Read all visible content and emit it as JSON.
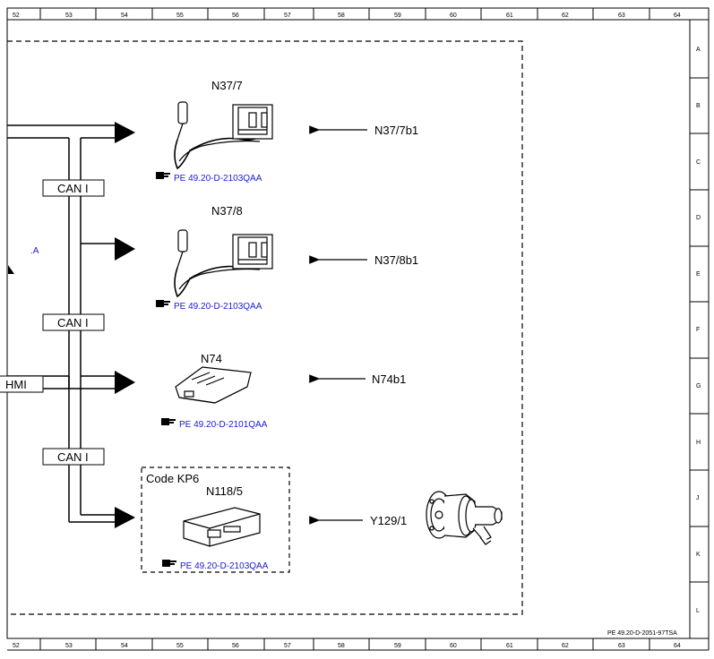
{
  "ruler": {
    "columns": [
      "52",
      "53",
      "54",
      "55",
      "56",
      "57",
      "58",
      "59",
      "60",
      "61",
      "62",
      "63",
      "64"
    ],
    "rows": [
      "A",
      "B",
      "C",
      "D",
      "E",
      "F",
      "G",
      "H",
      "J",
      "K",
      "L"
    ]
  },
  "can_labels": [
    "CAN I",
    "CAN I",
    "CAN I"
  ],
  "left_partial": {
    "hmi": "HMI",
    "ref_fragment": ".A"
  },
  "components": [
    {
      "id": "N37/7",
      "signal": "N37/7b1",
      "ref": "PE 49.20-D-2103QAA"
    },
    {
      "id": "N37/8",
      "signal": "N37/8b1",
      "ref": "PE 49.20-D-2103QAA"
    },
    {
      "id": "N74",
      "signal": "N74b1",
      "ref": "PE 49.20-D-2101QAA"
    },
    {
      "id": "N118/5",
      "signal": "Y129/1",
      "ref": "PE 49.20-D-2103QAA",
      "group": "Code KP6"
    }
  ],
  "document_id": "PE 49.20-D-2051-97TSA",
  "icons": {
    "pointer": "pointing-hand-icon",
    "sensor": "exhaust-temp-sensor",
    "control_unit": "control-unit-box",
    "valve": "solenoid-valve"
  }
}
